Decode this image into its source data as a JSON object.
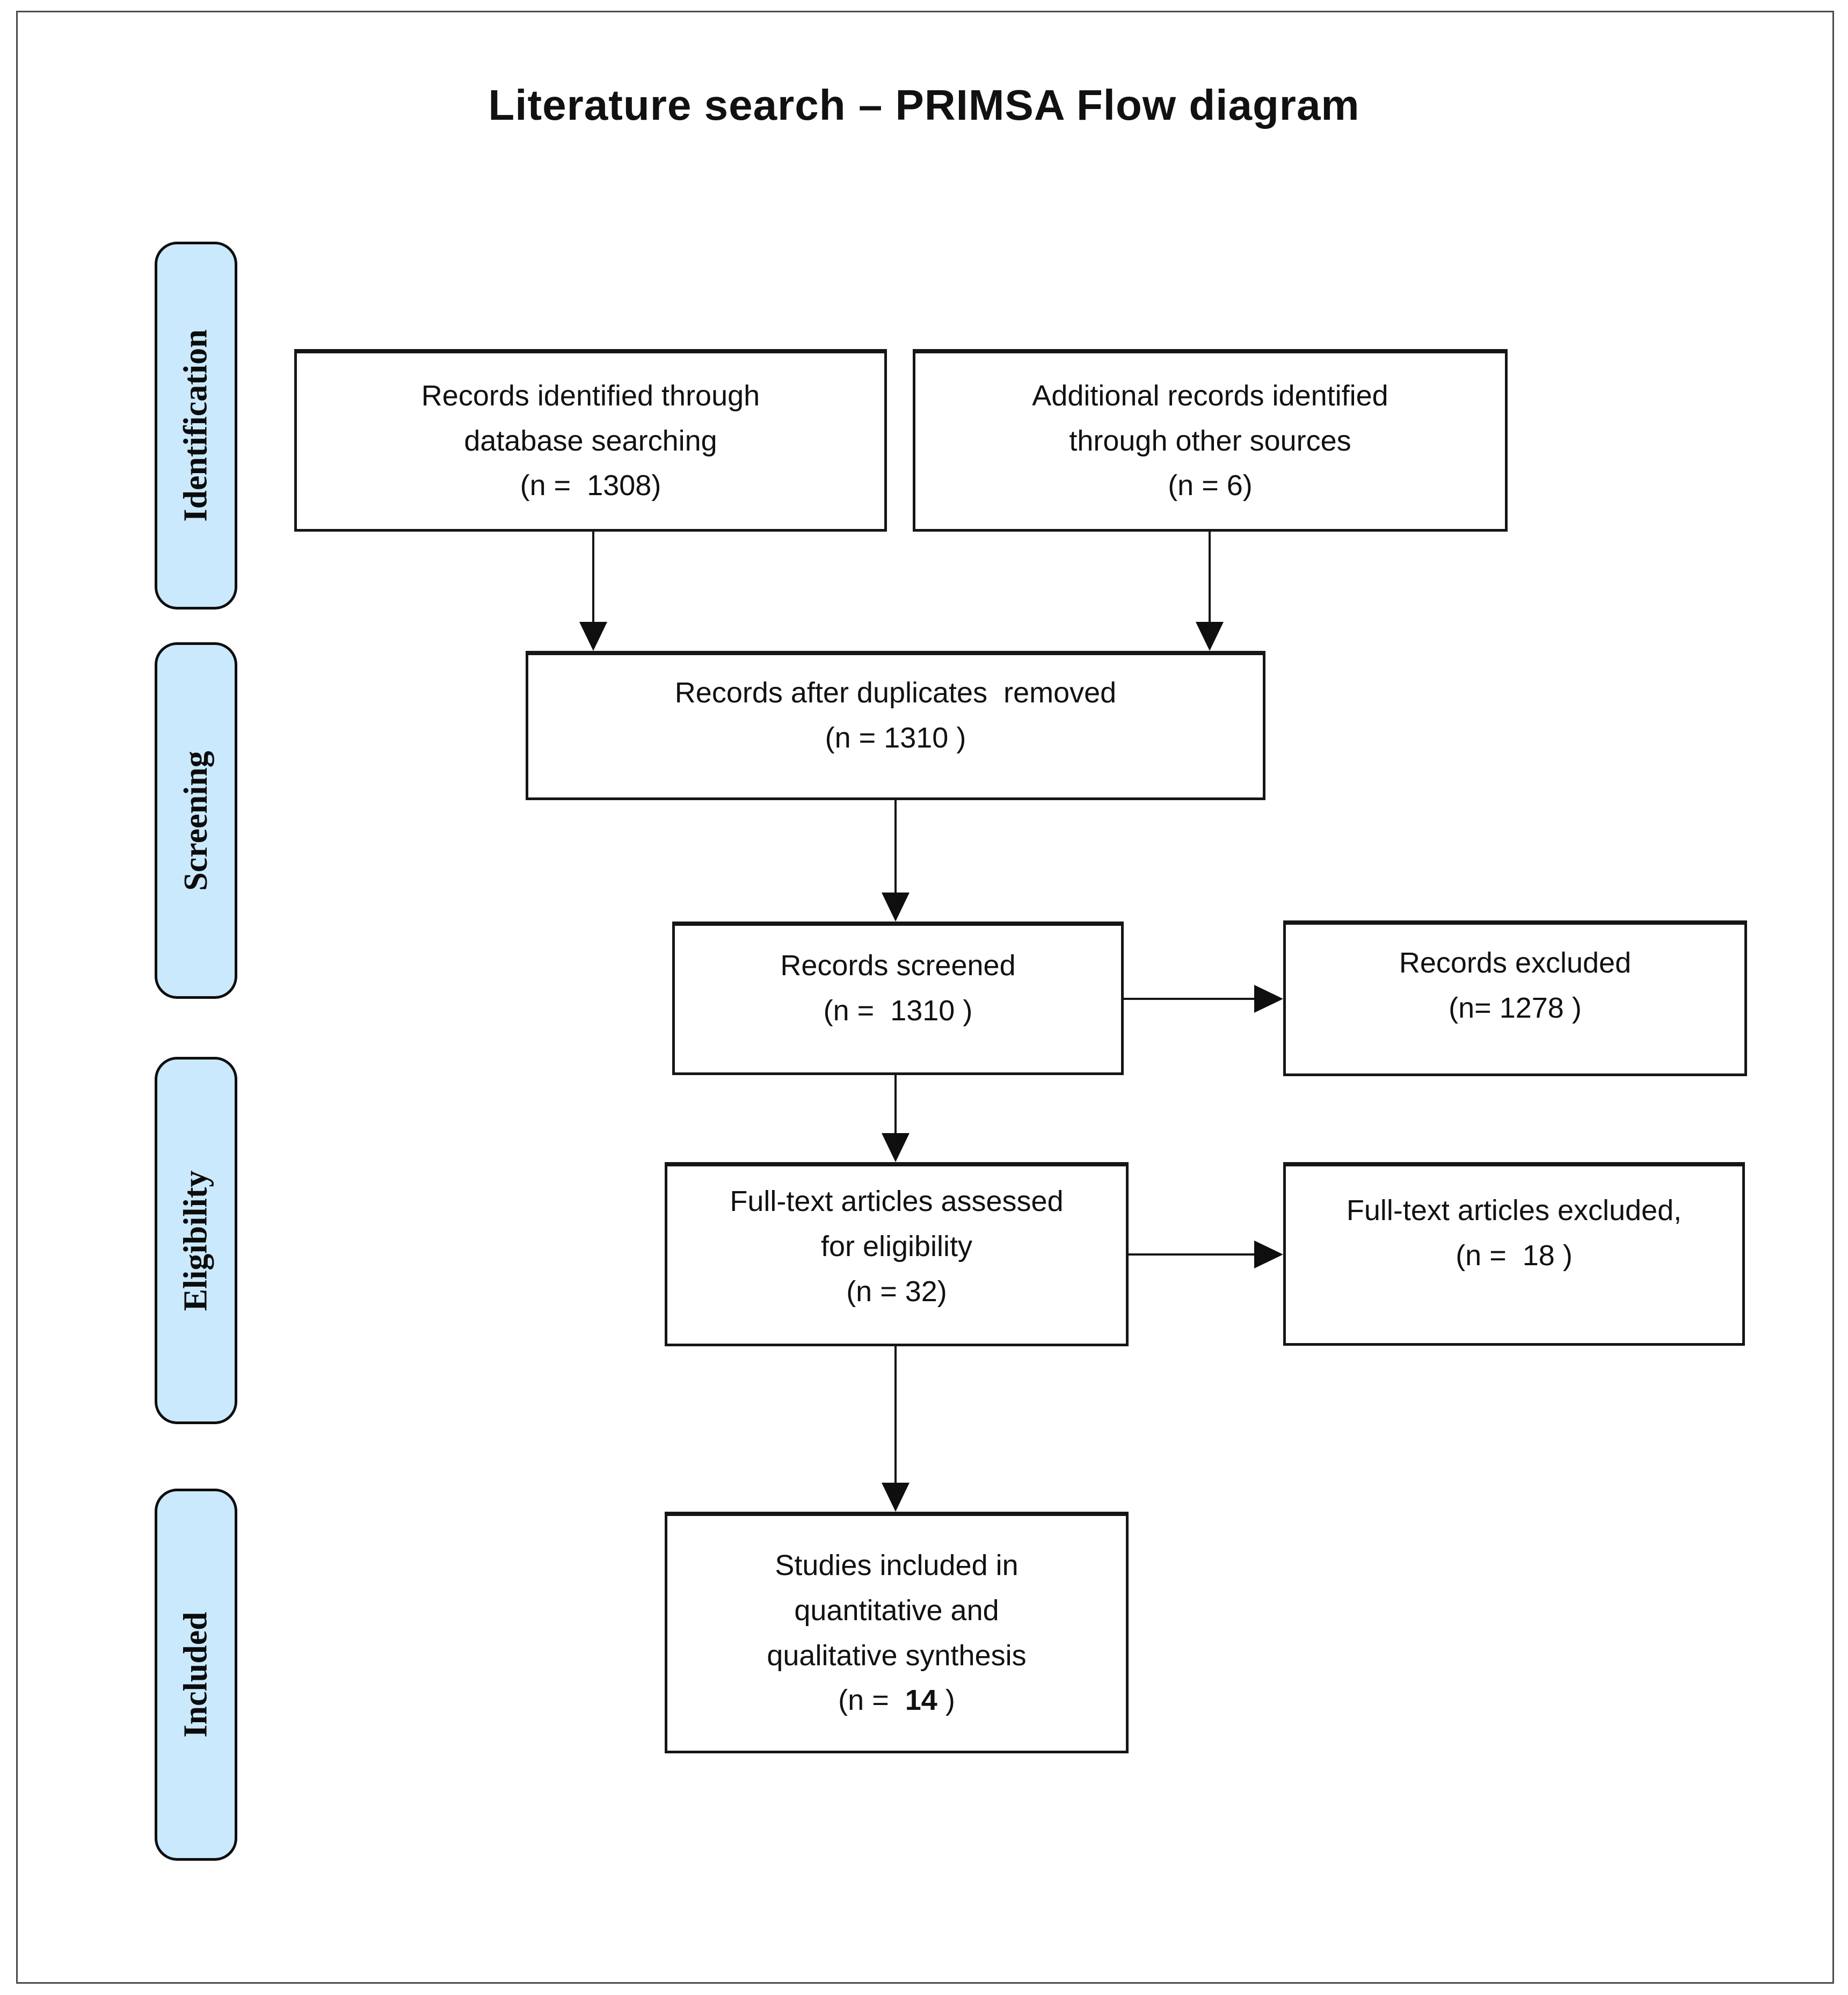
{
  "title": "Literature search – PRIMSA Flow diagram",
  "stages": [
    {
      "label": "Identification"
    },
    {
      "label": "Screening"
    },
    {
      "label": "Eligibility"
    },
    {
      "label": "Included"
    }
  ],
  "boxes": {
    "identified": {
      "lines": [
        "Records identified through",
        "database searching",
        "(n =  1308)"
      ]
    },
    "additional": {
      "lines": [
        "Additional records identified",
        "through other sources",
        "(n = 6)"
      ]
    },
    "duplicates": {
      "lines": [
        "Records after duplicates  removed",
        "(n = 1310 )"
      ]
    },
    "screened": {
      "lines": [
        "Records screened",
        "(n =  1310 )"
      ]
    },
    "records_excluded": {
      "lines": [
        "Records excluded",
        "(n= 1278 )"
      ]
    },
    "fulltext_assessed": {
      "lines": [
        "Full-text articles assessed",
        "for eligibility",
        "(n = 32)"
      ]
    },
    "fulltext_excluded": {
      "lines": [
        "Full-text articles excluded,",
        "(n =  18 )"
      ]
    },
    "studies_included": {
      "lines": [
        "Studies included in",
        "quantitative and",
        "qualitative synthesis"
      ],
      "n_prefix": "(n =  ",
      "n_value": "14",
      "n_suffix": " )"
    }
  },
  "colors": {
    "stage_fill": "#cbe9fc",
    "box_border": "#161616",
    "arrow": "#151515",
    "frame_border": "#4a4a4a",
    "background": "#ffffff"
  }
}
